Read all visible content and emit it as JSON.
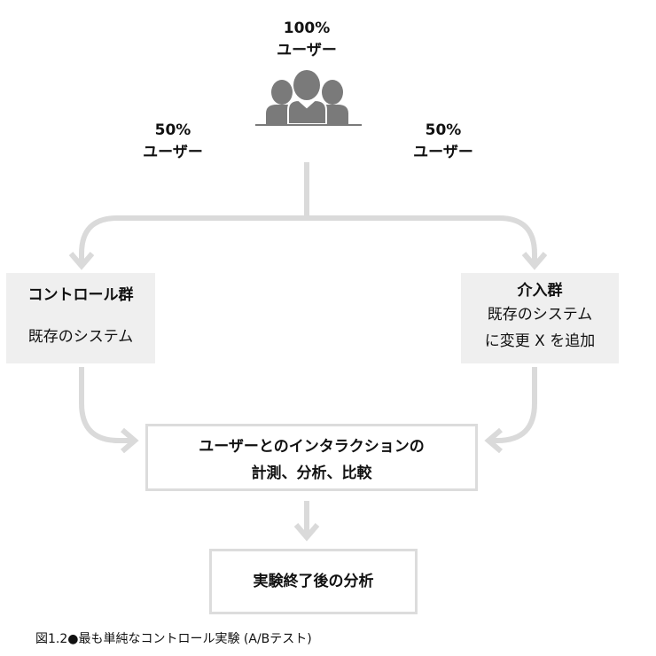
{
  "top": {
    "percent": "100%",
    "users": "ユーザー"
  },
  "left_split": {
    "percent": "50%",
    "users": "ユーザー"
  },
  "right_split": {
    "percent": "50%",
    "users": "ユーザー"
  },
  "control_group": {
    "title": "コントロール群",
    "desc": "既存のシステム"
  },
  "treatment_group": {
    "title": "介入群",
    "desc_line1": "既存のシステム",
    "desc_line2": "に変更 X を追加"
  },
  "measure_box": {
    "line1": "ユーザーとのインタラクションの",
    "line2": "計測、分析、比較"
  },
  "analysis_box": {
    "text": "実験終了後の分析"
  },
  "caption": "図1.2●最も単純なコントロール実験 (A/Bテスト)",
  "colors": {
    "line": "#dadada",
    "icon": "#7a7a7a",
    "group_bg": "#efefef"
  }
}
